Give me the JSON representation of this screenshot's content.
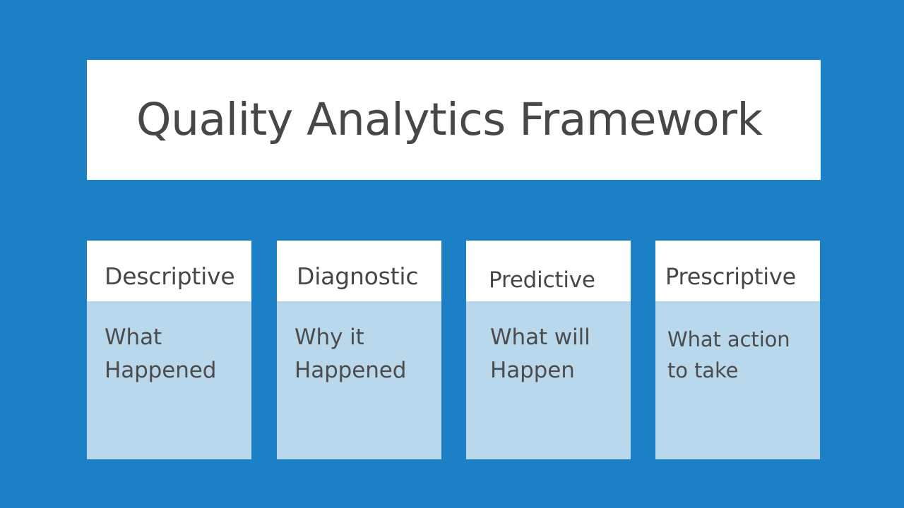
{
  "slide": {
    "background_color": "#1b80c6",
    "title": "Quality Analytics Framework",
    "title_color": "#474747",
    "card_header_color": "#ffffff",
    "card_body_color": "#bad8ec",
    "card_text_color": "#4c4c4c"
  },
  "cards": [
    {
      "title": "Descriptive",
      "line1": "What",
      "line2": "Happened"
    },
    {
      "title": "Diagnostic",
      "line1": "Why it",
      "line2": "Happened"
    },
    {
      "title": "Predictive",
      "line1": "What will",
      "line2": "Happen"
    },
    {
      "title": "Prescriptive",
      "line1": "What action",
      "line2": "to take"
    }
  ]
}
